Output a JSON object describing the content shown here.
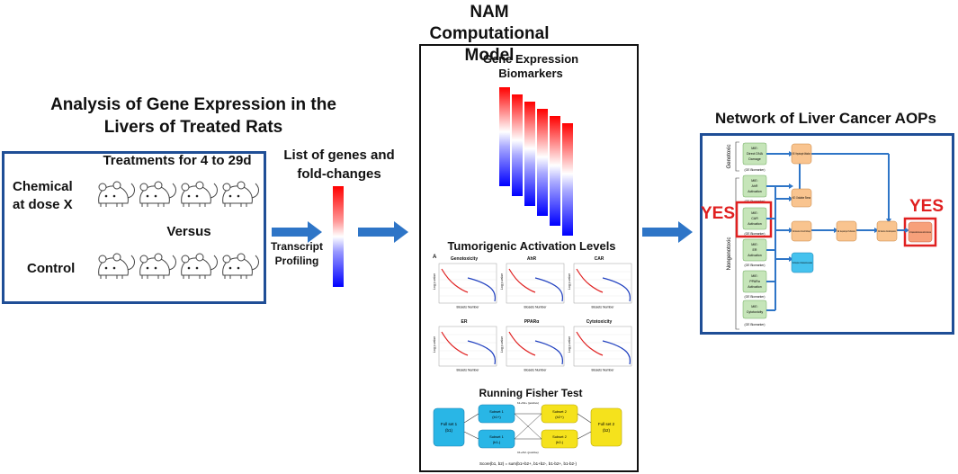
{
  "left": {
    "title_line1": "Analysis of Gene Expression in the",
    "title_line2": "Livers of Treated Rats",
    "treatments": "Treatments for 4 to 29d",
    "chemical_line1": "Chemical",
    "chemical_line2": "at dose X",
    "versus": "Versus",
    "control": "Control"
  },
  "middle_left": {
    "list_line1": "List of genes and",
    "list_line2": "fold-changes",
    "transcript_line1": "Transcript",
    "transcript_line2": "Profiling"
  },
  "model": {
    "title_line1": "NAM Computational",
    "title_line2": "Model",
    "biomarkers_line1": "Gene Expression",
    "biomarkers_line2": "Biomarkers",
    "tumor_title": "Tumorigenic Activation Levels",
    "panel_letter": "A",
    "panels": [
      "Genotoxicity",
      "AhR",
      "CAR",
      "ER",
      "PPARα",
      "Cytotoxicity"
    ],
    "panel_xlabel": "Biosets Number",
    "panel_ylabel": "Log p-value",
    "fisher_title": "Running Fisher Test",
    "fisher": {
      "full1_line1": "Full set 1",
      "full1_line2": "(b1)",
      "subset1a_line1": "Subset 1",
      "subset1a_line2": "(b1+)",
      "subset1b_line1": "Subset 1",
      "subset1b_line2": "(b1-)",
      "subset2a_line1": "Subset 2",
      "subset2a_line2": "(b2+)",
      "subset2b_line1": "Subset 2",
      "subset2b_line2": "(b2-)",
      "full2_line1": "Full set 2",
      "full2_line2": "(b2)",
      "pos_label": "b1+/b2+ (positive)",
      "neg_label": "b1+/b2- (positive)",
      "score": "Score(b1, b2) = sum(b1+b2+, b1+b2-, b1-b2+, b1-b2-)"
    }
  },
  "network": {
    "title": "Network of Liver Cancer AOPs",
    "genotoxic": "Genotoxic",
    "nongenotoxic": "Nongenotoxic",
    "yes_left": "YES",
    "yes_right": "YES",
    "mie": [
      {
        "l1": "MIE:",
        "l2": "Direct DNA",
        "l3": "Damage",
        "foot": "(GE Biomarker)"
      },
      {
        "l1": "MIE:",
        "l2": "AhR",
        "l3": "Activation",
        "foot": "(GE Biomarker)"
      },
      {
        "l1": "MIE:",
        "l2": "CAR",
        "l3": "Activation",
        "foot": "(GE Biomarker)"
      },
      {
        "l1": "MIE:",
        "l2": "ER",
        "l3": "Activation",
        "foot": "(GE Biomarker)"
      },
      {
        "l1": "MIE:",
        "l2": "PPARα",
        "l3": "Activation",
        "foot": "(GE Biomarker)"
      },
      {
        "l1": "MIE:",
        "l2": "Cytotoxicity",
        "l3": "",
        "foot": "(GE Biomarker)"
      }
    ],
    "ke": {
      "mutation": "KE: Hepatocyte Mutation",
      "oxidative": "KE: Oxidative Stress",
      "growth": "KE: Alteration of Growth Pathways",
      "proliferation": "KE: Hepatocyte Proliferation",
      "clonal": "KE: Selective Clonal Expansion",
      "disruption": "KE: Disruption of Cholesterol Homeostasis",
      "ao": "AO: Hepatocellular Adenomas and/or Carcinomas"
    }
  }
}
